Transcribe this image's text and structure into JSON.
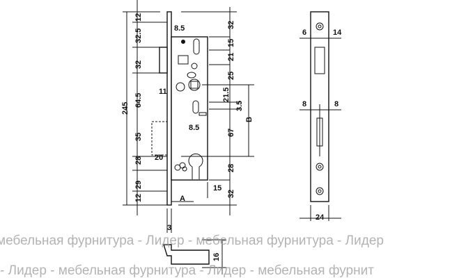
{
  "watermark": {
    "line1": "мебельная фурнитура - Лидер - мебельная фурнитура - Лидер",
    "line2": "- Лидер - мебельная фурнитура - Лидер - мебельная фурнит"
  },
  "side_view": {
    "left_dims": [
      "12",
      "32.5",
      "32",
      "64.5",
      "35",
      "28",
      "29",
      "12"
    ],
    "total": "245",
    "right_dims": [
      "32",
      "15",
      "21",
      "25",
      "21.5",
      "3.5",
      "67",
      "28",
      "32"
    ],
    "B": "B",
    "h_dims": {
      "top_8_5": "8.5",
      "eleven": "11",
      "mid_8_5": "8.5",
      "twenty": "20",
      "A": "A",
      "fifteen": "15",
      "three": "3"
    }
  },
  "front_view": {
    "six": "6",
    "fourteen": "14",
    "eight_left": "8",
    "eight_right": "8",
    "width": "24"
  },
  "latch_view": {
    "height": "16"
  }
}
